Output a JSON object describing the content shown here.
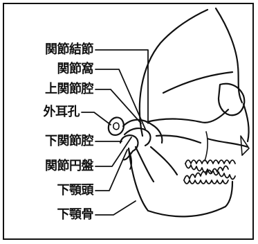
{
  "labels": {
    "articular_tubercle": "関節結節",
    "articular_fossa": "関節窩",
    "upper_joint_cavity": "上関節腔",
    "external_ear_canal": "外耳孔",
    "lower_joint_cavity": "下関節腔",
    "articular_disc": "関節円盤",
    "mandibular_head": "下顎頭",
    "mandible": "下顎骨"
  },
  "colors": {
    "ink": "#111111",
    "background": "#ffffff"
  },
  "icons": {
    "illustration": "skull-side-view-tmj"
  }
}
